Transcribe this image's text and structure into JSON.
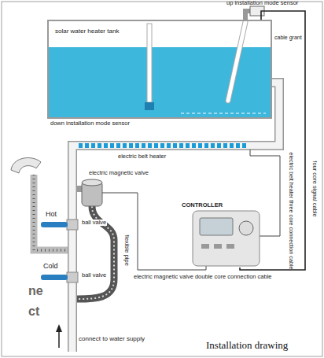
{
  "diagram": {
    "caption": "Installation drawing",
    "nodes": [
      {
        "text": [
          "solar water heater tank"
        ]
      },
      {
        "text": [
          "CONTROLLER"
        ]
      }
    ],
    "edges": [
      {
        "from": 0,
        "to": 1,
        "arrow": "none",
        "label": "four core signal cable"
      }
    ],
    "labels": [
      "up installation mode sensor",
      "cable grant",
      "down installation mode sensor",
      "electric belt heater",
      "electric magnetic valve",
      "Hot",
      "ball valve",
      "flexible pipe",
      "electric belt heater three core connection cable",
      "Cold",
      "ball valve",
      "electric magnetic valve double core connection cable",
      "ne",
      "ct",
      "connect to water supply"
    ]
  }
}
